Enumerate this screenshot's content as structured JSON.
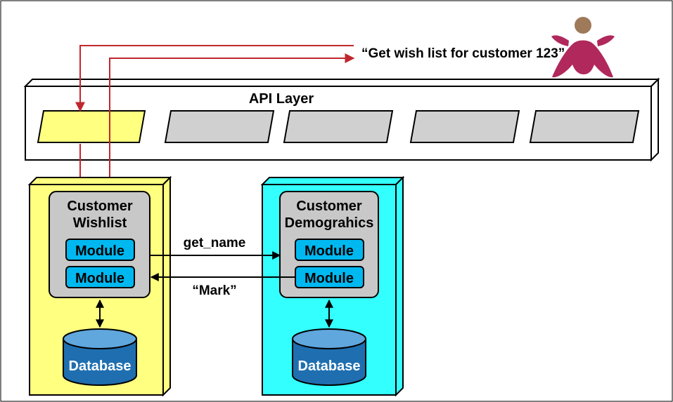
{
  "request_label": "“Get wish list for customer 123”",
  "api_layer": {
    "title": "API Layer",
    "endpoint_count": 5
  },
  "services": [
    {
      "title_line1": "Customer",
      "title_line2": "Wishlist",
      "modules": [
        "Module",
        "Module"
      ],
      "database_label": "Database"
    },
    {
      "title_line1": "Customer",
      "title_line2": "Demograhics",
      "modules": [
        "Module",
        "Module"
      ],
      "database_label": "Database"
    }
  ],
  "edges": {
    "request_label": "get_name",
    "response_label": "“Mark”"
  },
  "colors": {
    "request_arrow": "#c0272d",
    "wishlist_bg": "#ffff80",
    "demographics_bg": "#33ffff",
    "module_fill": "#00b8f0",
    "component_fill": "#c8c8c8",
    "database_fill": "#1f6fb0",
    "endpoint_active": "#ffff80",
    "endpoint_idle": "#d0d0d0",
    "user_head": "#9e7a5a",
    "user_body": "#b0285c"
  },
  "icons": {
    "user": "user-icon",
    "database": "database-icon"
  }
}
